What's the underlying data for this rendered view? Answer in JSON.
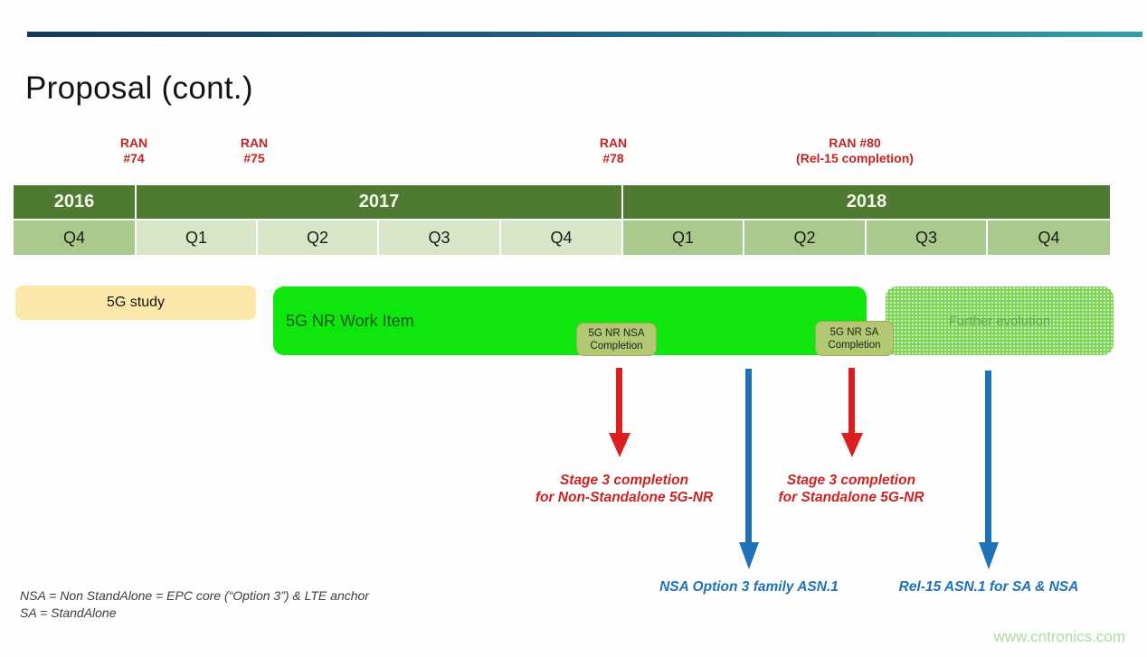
{
  "slide": {
    "title": "Proposal (cont.)",
    "watermark": "www.cntronics.com"
  },
  "milestones": [
    {
      "line1": "RAN",
      "line2": "#74"
    },
    {
      "line1": "RAN",
      "line2": "#75"
    },
    {
      "line1": "RAN",
      "line2": "#78"
    },
    {
      "line1": "RAN #80",
      "line2": "(Rel-15 completion)"
    }
  ],
  "timeline": {
    "years": [
      {
        "label": "2016"
      },
      {
        "label": "2017"
      },
      {
        "label": "2018"
      }
    ],
    "quarters": [
      {
        "label": "Q4"
      },
      {
        "label": "Q1"
      },
      {
        "label": "Q2"
      },
      {
        "label": "Q3"
      },
      {
        "label": "Q4"
      },
      {
        "label": "Q1"
      },
      {
        "label": "Q2"
      },
      {
        "label": "Q3"
      },
      {
        "label": "Q4"
      }
    ]
  },
  "bars": {
    "study": {
      "label": "5G study"
    },
    "work_item": {
      "label": "5G NR Work Item"
    },
    "further": {
      "label": "Further evolution"
    },
    "badges": [
      {
        "line1": "5G NR NSA",
        "line2": "Completion"
      },
      {
        "line1": "5G NR SA",
        "line2": "Completion"
      }
    ]
  },
  "annotations": {
    "red": [
      {
        "line1": "Stage 3 completion",
        "line2": "for Non-Standalone 5G-NR"
      },
      {
        "line1": "Stage 3 completion",
        "line2": "for Standalone 5G-NR"
      }
    ],
    "blue": [
      {
        "label": "NSA Option 3  family ASN.1"
      },
      {
        "label": "Rel-15 ASN.1 for SA & NSA"
      }
    ]
  },
  "footnotes": [
    "NSA = Non StandAlone = EPC core (“Option 3”) & LTE anchor",
    "SA = StandAlone"
  ],
  "colors": {
    "accent_red": "#cc2222",
    "accent_blue": "#1f72b8",
    "year_header_green": "#4e7b31",
    "quarter_medium_green": "#a9c98d",
    "quarter_light_green": "#d6e6c6",
    "work_item_green": "#0ee60e",
    "study_yellow": "#fae7a9",
    "badge_olive": "#b2c873",
    "watermark_green": "#aedaa2"
  }
}
